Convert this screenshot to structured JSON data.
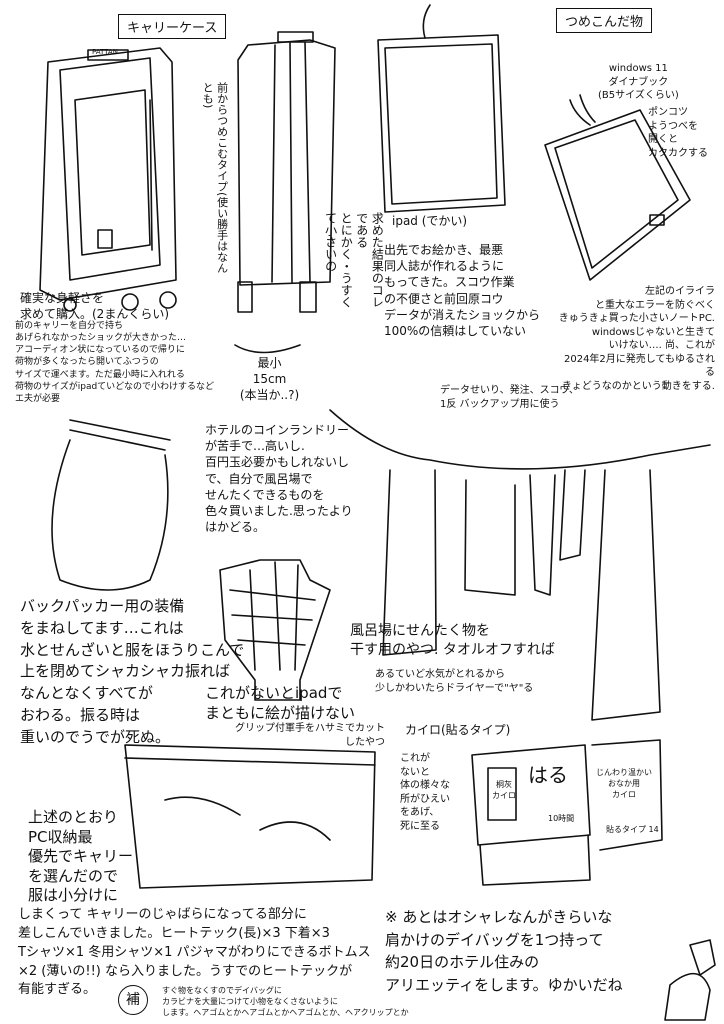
{
  "titles": {
    "carry_case": "キャリーケース",
    "packed_items": "つめこんだ物"
  },
  "carry_case": {
    "brand_tag": "PATTAN",
    "front_type_note": "前からつめこむタイプ(使い勝手はなんとも)",
    "result_note": "求めた結果のコレである\nとにかく・うすくて小さいの",
    "min_size": "最小\n15cm\n(本当か..?)",
    "description_heading": "確実な身軽さを\n求めて購入。(2まんくらい)",
    "description_body": "前のキャリーを自分で持ち\nあげられなかったショックが大きかった…\nアコーディオン状になっているので帰りに\n荷物が多くなったら開いてふつうの\nサイズで運べます。ただ最小時に入れれる\n荷物のサイズがipadていどなので小わけするなど\nエ夫が必要"
  },
  "ipad": {
    "label": "ipad (でかい)",
    "note": "出先でお絵かき、最悪\n同人誌が作れるように\nもってきた。スコウ作業\nの不便さと前回原コウ\nデータが消えたショックから\n100%の信頼はしていない"
  },
  "laptop": {
    "name": "windows 11\nダイナブック\n(B5サイズくらい)",
    "complaint": "ポンコツ\nようつべを\n開くと\nカクカクする",
    "note": "左記のイライラ\nと重大なエラーを防ぐべく\nきゅうきょ買った小さいノートPC.\nwindowsじゃないと生きて\nいけない…. 尚、これが\n2024年2月に発売してもゆるされる\nきょどうなのかという動きをする.",
    "usage": "データせいり、発注、スコウ、\n1反 バックアップ用に使う"
  },
  "laundry": {
    "hotel_note": "ホテルのコインランドリー\nが苦手で…高いし.\n百円玉必要かもしれないし\nで、自分で風呂場で\nせんたくできるものを\n色々買いました.思ったより\nはかどる。",
    "clothesline_note": "風呂場にせんたく物を\n干す用のやつ. タオルオフすれば",
    "clothesline_sub": "あるていど水気がとれるから\n少しかわいたらドライヤーで\"ヤ\"る"
  },
  "dry_bag": {
    "note": "バックパッカー用の装備\nをまねしてます…これは\n水とせんざいと服をほうりこんで\n上を閉めてシャカシャカ振れば\nなんとなくすべてが\nおわる。振る時は\n重いのでうでが死ぬ。"
  },
  "glove": {
    "note": "これがないとipadで\nまともに絵が描けない",
    "sub": "グリップ付軍手をハサミでカット\nしたやつ"
  },
  "kairo": {
    "title": "カイロ(貼るタイプ)",
    "note": "これが\nないと\n体の様々な\n所がひえい\nをあげ、\n死に至る",
    "pack1_text": "はる",
    "pack1_badge": "桐灰\nカイロ",
    "pack1_hours": "10時間",
    "pack2_text": "じんわり温かい\nおなか用\nカイロ",
    "pack2_count": "貼るタイプ 14"
  },
  "clothes": {
    "intro": "上述のとおり\nPC収納最\n優先でキャリー\nを選んだので\n服は小分けに",
    "body": "しまくって キャリーのじゃばらになってる部分に\n差しこんでいきました。ヒートテック(長)×3 下着×3\nTシャツ×1 冬用シャツ×1 パジャマがわりにできるボトムス\n×2 (薄いの!!) なら入りました。うすでのヒートテックが\n有能すぎる。"
  },
  "footnote": {
    "mark": "補",
    "text": "すぐ物をなくすのでデイバッグに\nカラビナを大量につけて小物をなくさないように\nします。ヘアゴムとかヘアゴムとかヘアゴムとか、ヘアクリップとか"
  },
  "closing": {
    "text": "※ あとはオシャレなんがきらいな\n肩かけのデイバッグを1つ持って\n約20日のホテル住みの\nアリエッティをします。ゆかいだね"
  }
}
